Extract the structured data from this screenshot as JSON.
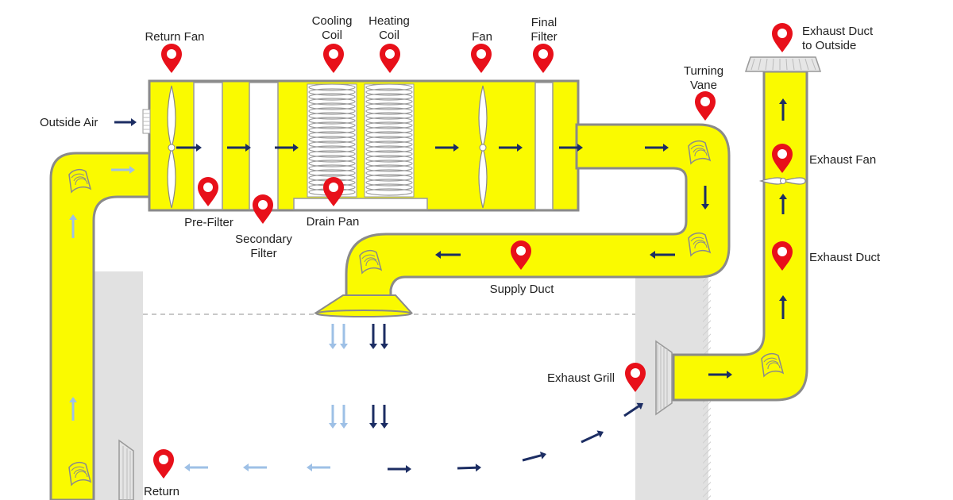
{
  "labels": {
    "return_fan": "Return Fan",
    "cooling_coil_1": "Cooling",
    "cooling_coil_2": "Coil",
    "heating_coil_1": "Heating",
    "heating_coil_2": "Coil",
    "fan": "Fan",
    "final_filter_1": "Final",
    "final_filter_2": "Filter",
    "turning_vane_1": "Turning",
    "turning_vane_2": "Vane",
    "exhaust_duct_outside_1": "Exhaust Duct",
    "exhaust_duct_outside_2": "to Outside",
    "outside_air": "Outside Air",
    "pre_filter": "Pre-Filter",
    "secondary_filter_1": "Secondary",
    "secondary_filter_2": "Filter",
    "drain_pan": "Drain Pan",
    "supply_duct": "Supply Duct",
    "exhaust_fan": "Exhaust Fan",
    "exhaust_duct": "Exhaust Duct",
    "exhaust_grill": "Exhaust Grill",
    "return": "Return"
  },
  "colors": {
    "duct_fill": "#fafa00",
    "duct_outline": "#8a8a8a",
    "pin": "#e8101a",
    "supply_arrow": "#1c2d63",
    "return_arrow": "#9ec0e6",
    "wall": "#d9d9d9"
  },
  "icons": {
    "pin": "map-pin-icon",
    "arrow": "arrow-icon",
    "fan": "fan-blade-icon",
    "vane": "turning-vane-icon"
  }
}
